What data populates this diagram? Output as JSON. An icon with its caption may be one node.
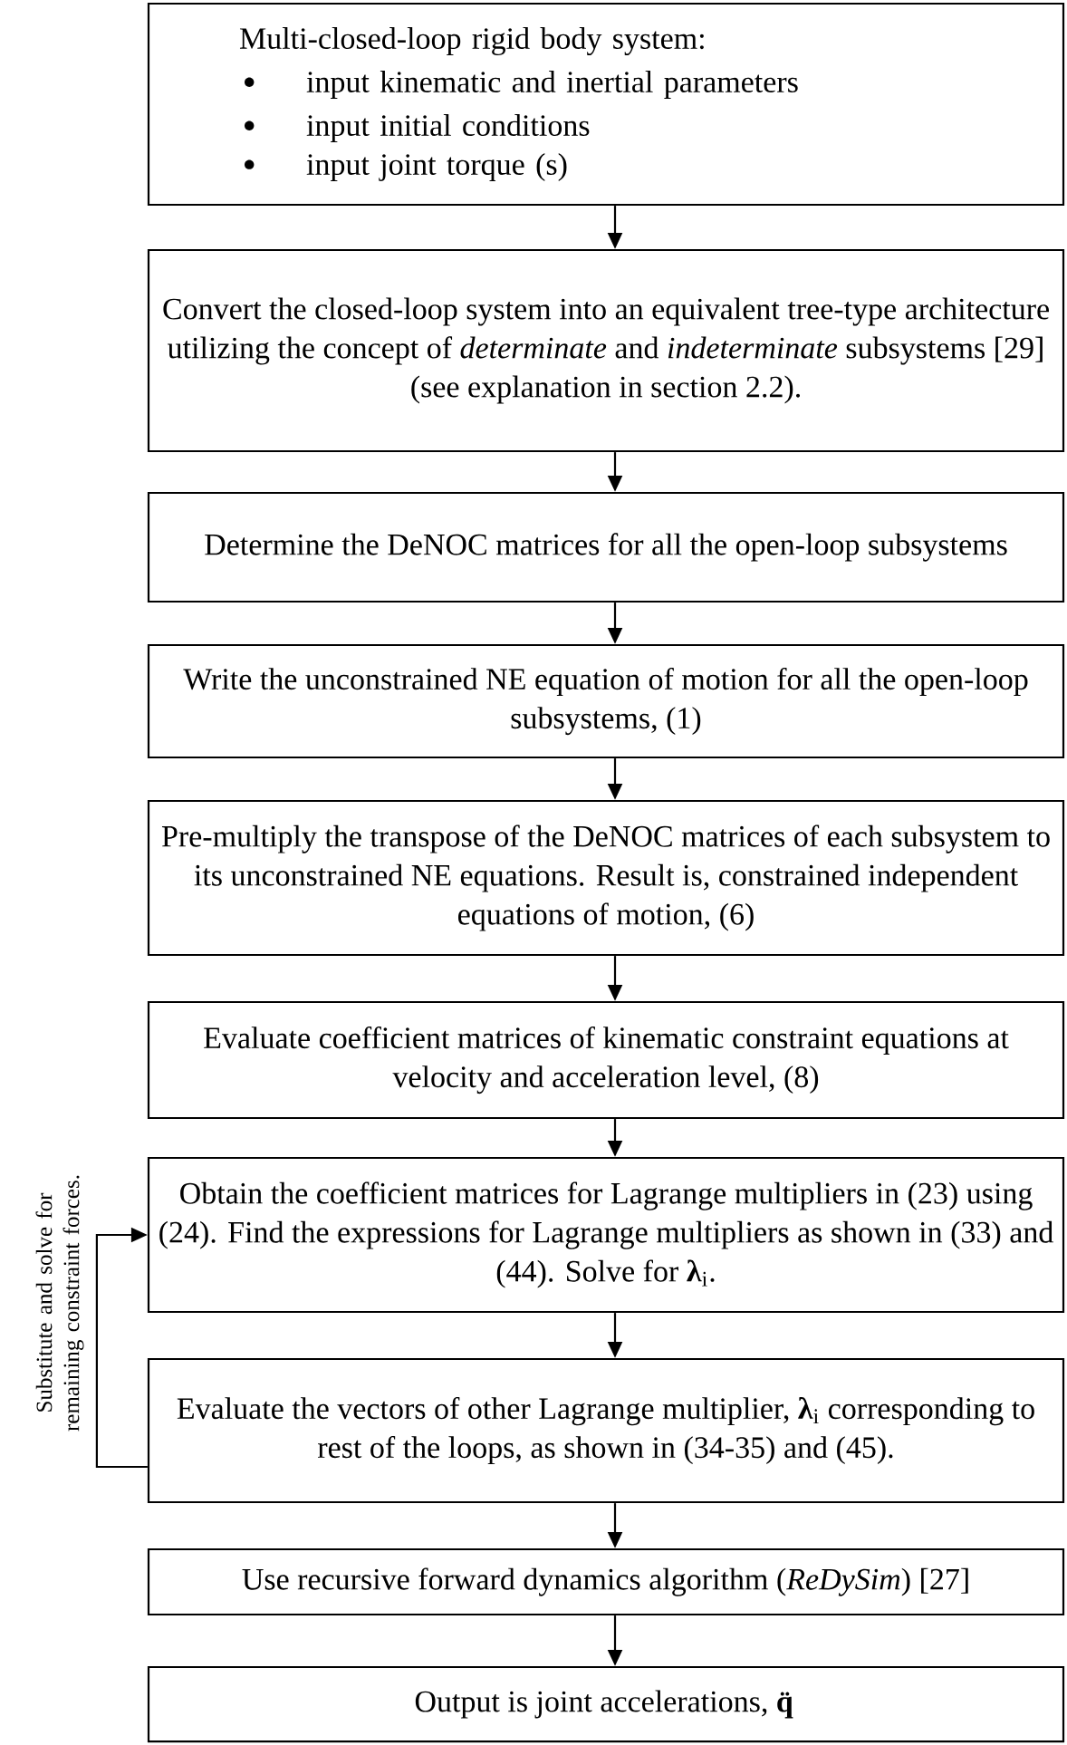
{
  "diagram": {
    "nodes": [
      {
        "text": [
          "Multi-closed-loop rigid body system:",
          "input kinematic and inertial parameters",
          "input initial conditions",
          "input joint torque (s)"
        ]
      },
      {
        "text": [
          "Convert the closed-loop system into an equivalent tree-type architecture utilizing the concept of *determinate* and *indeterminate* subsystems [29] (see explanation in section 2.2)."
        ]
      },
      {
        "text": [
          "Determine the DeNOC matrices for all the open-loop subsystems"
        ]
      },
      {
        "text": [
          "Write the unconstrained NE equation of motion for all the open-loop subsystems, (1)"
        ]
      },
      {
        "text": [
          "Pre-multiply the transpose of the DeNOC matrices of each subsystem to its unconstrained NE equations. Result is, constrained independent equations of motion, (6)"
        ]
      },
      {
        "text": [
          "Evaluate coefficient matrices of kinematic constraint equations at velocity and acceleration level, (8)"
        ]
      },
      {
        "text": [
          "Obtain the coefficient matrices for Lagrange multipliers in (23) using (24). Find the expressions for Lagrange multipliers as shown in (33) and (44). Solve for **λ**$_{i}$."
        ]
      },
      {
        "text": [
          "Evaluate the vectors of other Lagrange multiplier, **λ**$_{i}$ corresponding to rest of the loops, as shown in (34-35) and (45)."
        ]
      },
      {
        "text": [
          "Use recursive forward dynamics algorithm (*ReDySim*) [27]"
        ]
      },
      {
        "text": [
          "Output is joint accelerations, **q̈**"
        ]
      }
    ],
    "edges": [
      {
        "from": 0,
        "to": 1,
        "arrow": "to"
      },
      {
        "from": 1,
        "to": 2,
        "arrow": "to"
      },
      {
        "from": 2,
        "to": 3,
        "arrow": "to"
      },
      {
        "from": 3,
        "to": 4,
        "arrow": "to"
      },
      {
        "from": 4,
        "to": 5,
        "arrow": "to"
      },
      {
        "from": 5,
        "to": 6,
        "arrow": "to"
      },
      {
        "from": 6,
        "to": 7,
        "arrow": "to"
      },
      {
        "from": 7,
        "to": 8,
        "arrow": "to"
      },
      {
        "from": 8,
        "to": 9,
        "arrow": "to"
      },
      {
        "from": 7,
        "to": 6,
        "arrow": "to",
        "label": "Substitute and solve for remaining constraint forces."
      }
    ]
  }
}
